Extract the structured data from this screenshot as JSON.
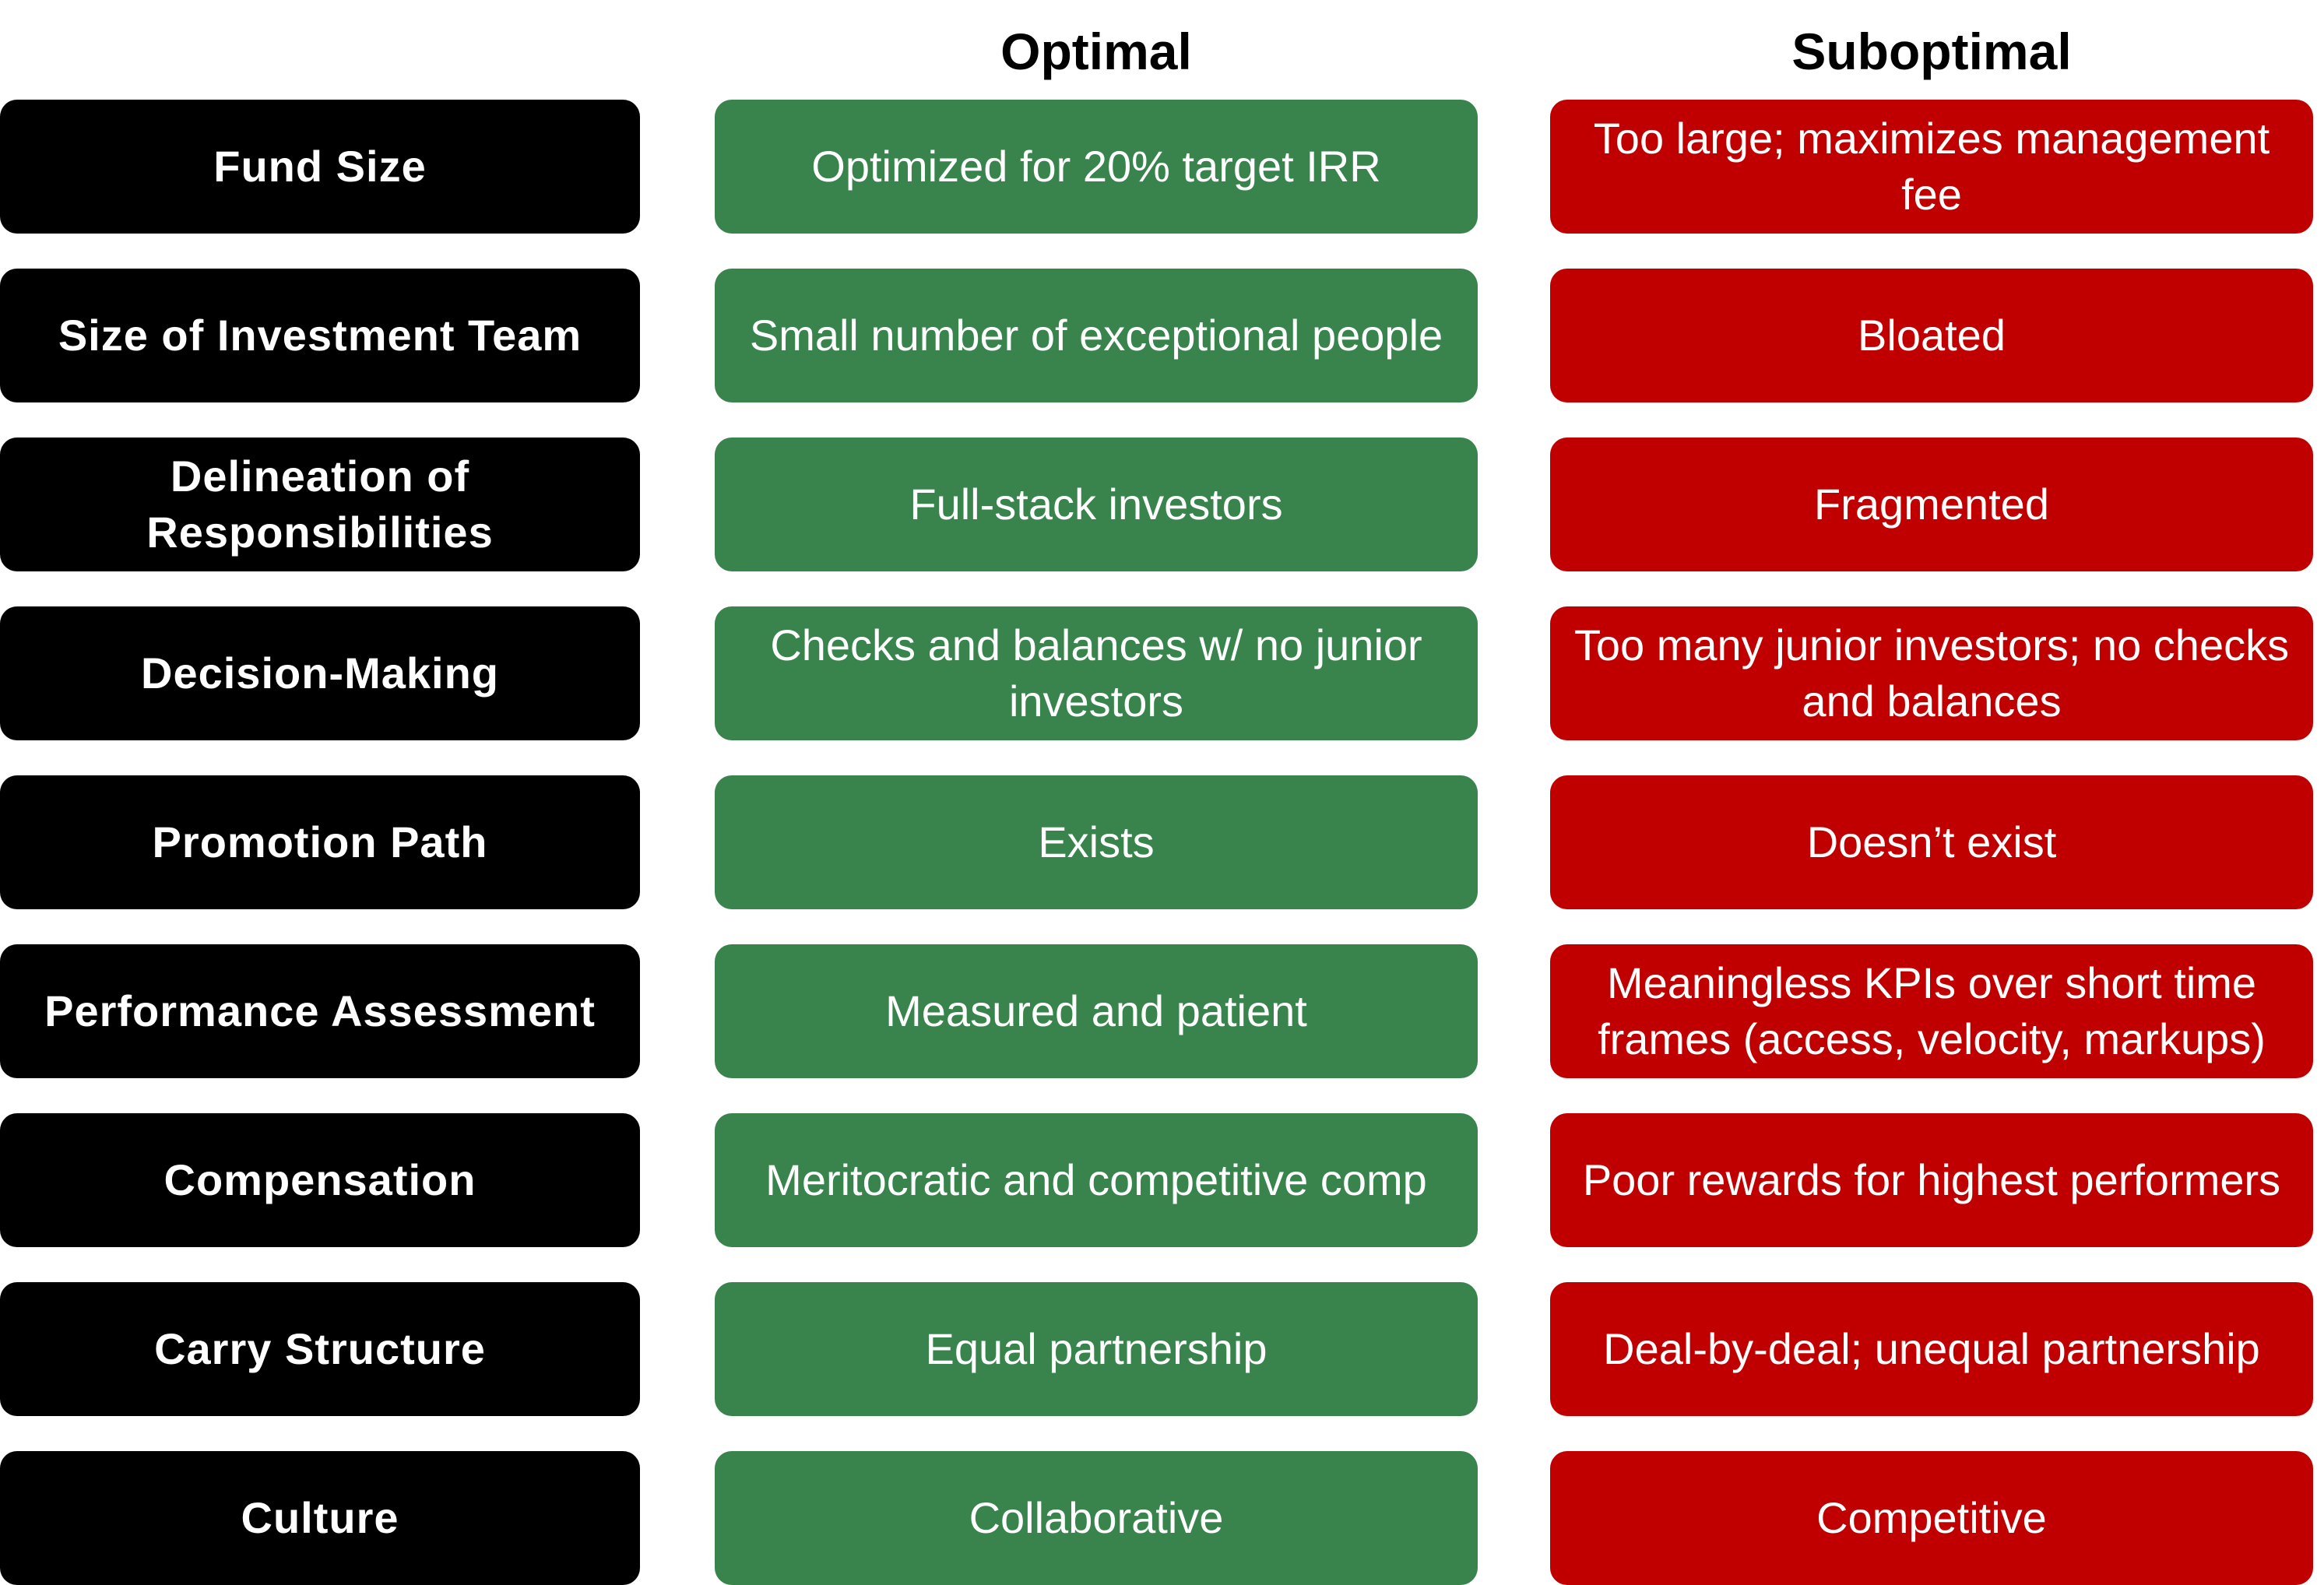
{
  "headers": {
    "optimal": "Optimal",
    "suboptimal": "Suboptimal"
  },
  "colors": {
    "label_bg": "#000000",
    "optimal_bg": "#38844C",
    "suboptimal_bg": "#C00000",
    "text": "#FFFFFF"
  },
  "rows": [
    {
      "label": "Fund Size",
      "optimal": "Optimized for 20% target IRR",
      "suboptimal": "Too large; maximizes management fee"
    },
    {
      "label": "Size of Investment Team",
      "optimal": "Small number of exceptional people",
      "suboptimal": "Bloated"
    },
    {
      "label": "Delineation of Responsibilities",
      "optimal": "Full-stack investors",
      "suboptimal": "Fragmented"
    },
    {
      "label": "Decision-Making",
      "optimal": "Checks and balances w/ no junior investors",
      "suboptimal": "Too many junior investors; no checks and balances"
    },
    {
      "label": "Promotion Path",
      "optimal": "Exists",
      "suboptimal": "Doesn’t exist"
    },
    {
      "label": "Performance Assessment",
      "optimal": "Measured and patient",
      "suboptimal": "Meaningless KPIs over short time frames (access, velocity, markups)"
    },
    {
      "label": "Compensation",
      "optimal": "Meritocratic and competitive comp",
      "suboptimal": "Poor rewards for highest performers"
    },
    {
      "label": "Carry Structure",
      "optimal": "Equal partnership",
      "suboptimal": "Deal-by-deal; unequal partnership"
    },
    {
      "label": "Culture",
      "optimal": "Collaborative",
      "suboptimal": "Competitive"
    }
  ]
}
